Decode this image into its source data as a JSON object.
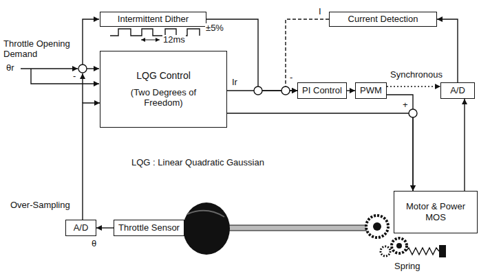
{
  "diagram": {
    "nodes": [
      {
        "text": [
          "Intermittent Dither"
        ]
      },
      {
        "text": [
          "Current Detection"
        ]
      },
      {
        "text": [
          "LQG Control",
          "(Two Degrees of Freedom)"
        ]
      },
      {
        "text": [
          "PI Control"
        ]
      },
      {
        "text": [
          "PWM"
        ]
      },
      {
        "text": [
          "A/D"
        ]
      },
      {
        "text": [
          "Motor & Power MOS"
        ]
      },
      {
        "text": [
          "A/D"
        ]
      },
      {
        "text": [
          "Throttle Sensor"
        ]
      }
    ],
    "edges": [
      {
        "from": 0,
        "to": 3,
        "arrow": "to"
      },
      {
        "from": 1,
        "to": 3,
        "arrow": "to"
      },
      {
        "from": 2,
        "to": 3,
        "arrow": "to"
      },
      {
        "from": 3,
        "to": 4,
        "arrow": "to"
      },
      {
        "from": 4,
        "to": 5,
        "label": "Synchronous",
        "arrow": "to"
      },
      {
        "from": 6,
        "to": 5,
        "arrow": "to"
      },
      {
        "from": 5,
        "to": 1,
        "arrow": "to"
      },
      {
        "from": 4,
        "to": 6,
        "arrow": "to"
      },
      {
        "from": 2,
        "to": 6,
        "arrow": "to"
      },
      {
        "from": 8,
        "to": 7,
        "arrow": "to"
      },
      {
        "from": 7,
        "to": 2,
        "arrow": "to"
      }
    ],
    "labels": [
      "I",
      "Throttle Opening Demand",
      "θr",
      "-",
      "±5%",
      "12ms",
      "Ir",
      "-",
      "+",
      "LQG : Linear Quadratic Gaussian",
      "Over-Sampling",
      "θ",
      "Spring"
    ]
  }
}
